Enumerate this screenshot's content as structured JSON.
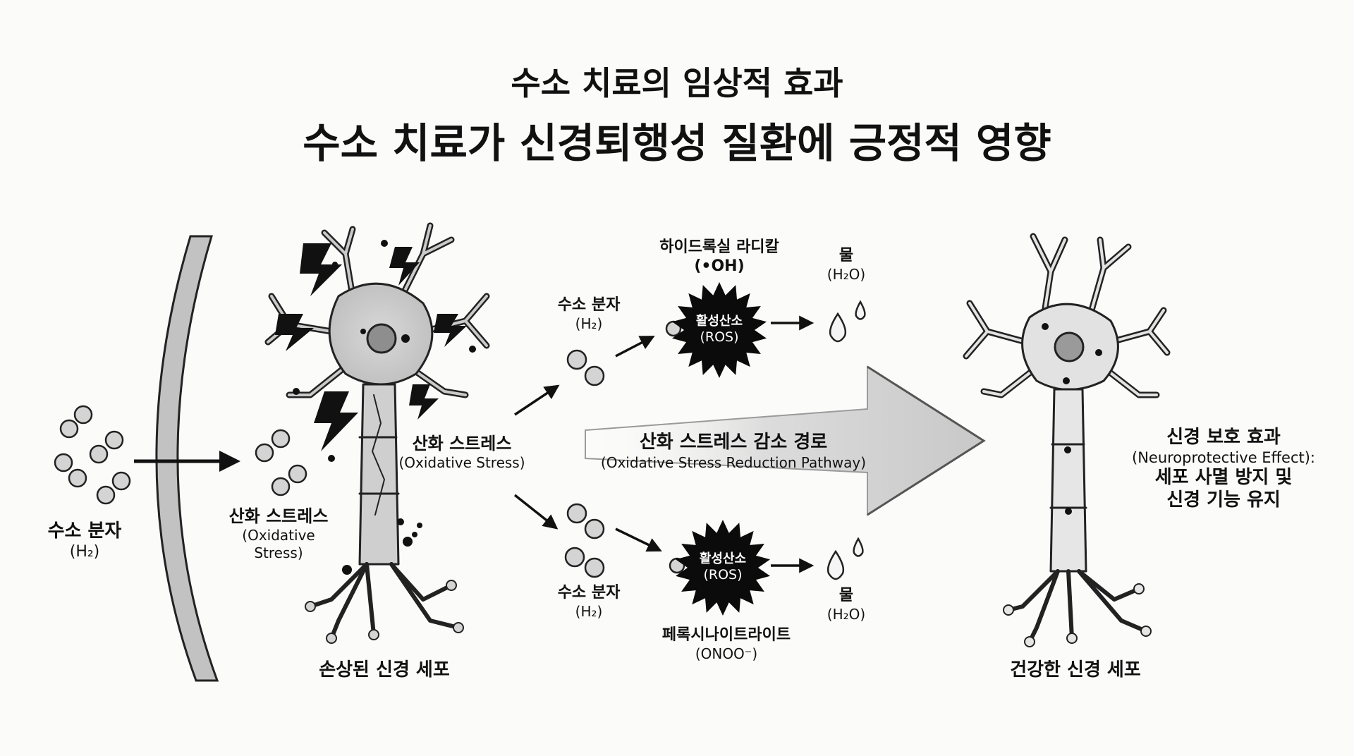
{
  "header": {
    "title": "수소 치료의 임상적 효과",
    "subtitle": "수소 치료가 신경퇴행성 질환에 긍정적 영향"
  },
  "input": {
    "h2_label": "수소 분자",
    "h2_formula": "(H₂)"
  },
  "damaged_cell": {
    "stress_label": "산화 스트레스",
    "stress_en_line1": "(Oxidative",
    "stress_en_line2": "Stress)",
    "caption": "손상된 신경 세포"
  },
  "branch": {
    "stress_label": "산화 스트레스",
    "stress_en": "(Oxidative Stress)"
  },
  "top_pathway": {
    "h2_label": "수소 분자",
    "h2_formula": "(H₂)",
    "radical_label": "하이드록실 라디칼",
    "radical_formula": "(•OH)",
    "ros_label": "활성산소",
    "ros_formula": "(ROS)",
    "water_label": "물",
    "water_formula": "(H₂O)"
  },
  "bottom_pathway": {
    "h2_label": "수소 분자",
    "h2_formula": "(H₂)",
    "ros_label": "활성산소",
    "ros_formula": "(ROS)",
    "peroxynitrite_label": "페록시나이트라이트",
    "peroxynitrite_formula": "(ONOO⁻)",
    "water_label": "물",
    "water_formula": "(H₂O)"
  },
  "reduction": {
    "label": "산화 스트레스 감소 경로",
    "label_en": "(Oxidative Stress Reduction Pathway)"
  },
  "healthy_cell": {
    "caption": "건강한 신경 세포"
  },
  "effect": {
    "title": "신경 보호 효과",
    "title_en": "(Neuroprotective Effect):",
    "line1": "세포 사멸 방지 및",
    "line2": "신경 기능 유지"
  }
}
